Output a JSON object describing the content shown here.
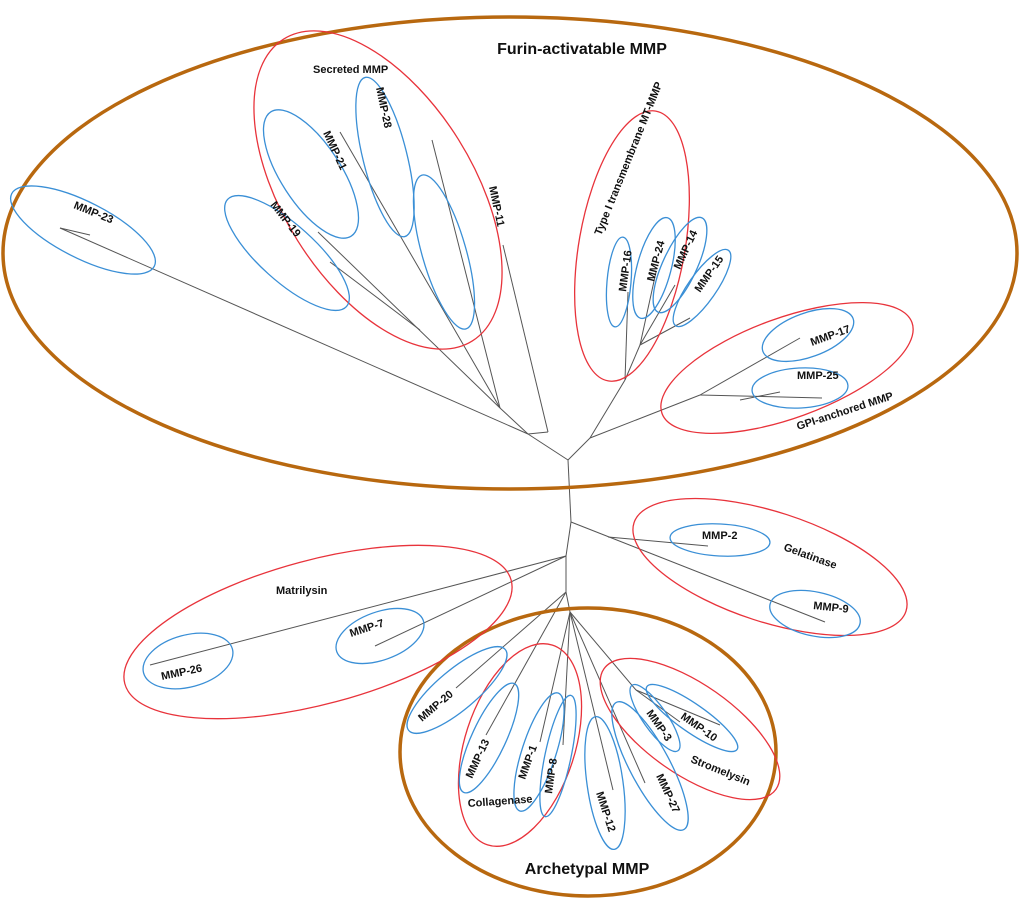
{
  "superfamilies": {
    "furin": "Furin-activatable MMP",
    "archetypal": "Archetypal MMP"
  },
  "groups": {
    "secreted": "Secreted MMP",
    "type1": "Type I transmembrane MT-MMP",
    "gpi": "GPI-anchored MMP",
    "gelatinase": "Gelatinase",
    "matrilysin": "Matrilysin",
    "collagenase": "Collagenase",
    "stromelysin": "Stromelysin"
  },
  "leaves": {
    "mmp23": "MMP-23",
    "mmp19": "MMP-19",
    "mmp21": "MMP-21",
    "mmp28": "MMP-28",
    "mmp11": "MMP-11",
    "mmp16": "MMP-16",
    "mmp24": "MMP-24",
    "mmp14": "MMP-14",
    "mmp15": "MMP-15",
    "mmp17": "MMP-17",
    "mmp25": "MMP-25",
    "mmp2": "MMP-2",
    "mmp9": "MMP-9",
    "mmp26": "MMP-26",
    "mmp7": "MMP-7",
    "mmp20": "MMP-20",
    "mmp13": "MMP-13",
    "mmp1": "MMP-1",
    "mmp8": "MMP-8",
    "mmp12": "MMP-12",
    "mmp27": "MMP-27",
    "mmp3": "MMP-3",
    "mmp10": "MMP-10"
  },
  "colors": {
    "superfamily": "#b8680f",
    "group": "#e8333b",
    "leaf": "#3a8fd6",
    "branch": "#555555"
  }
}
